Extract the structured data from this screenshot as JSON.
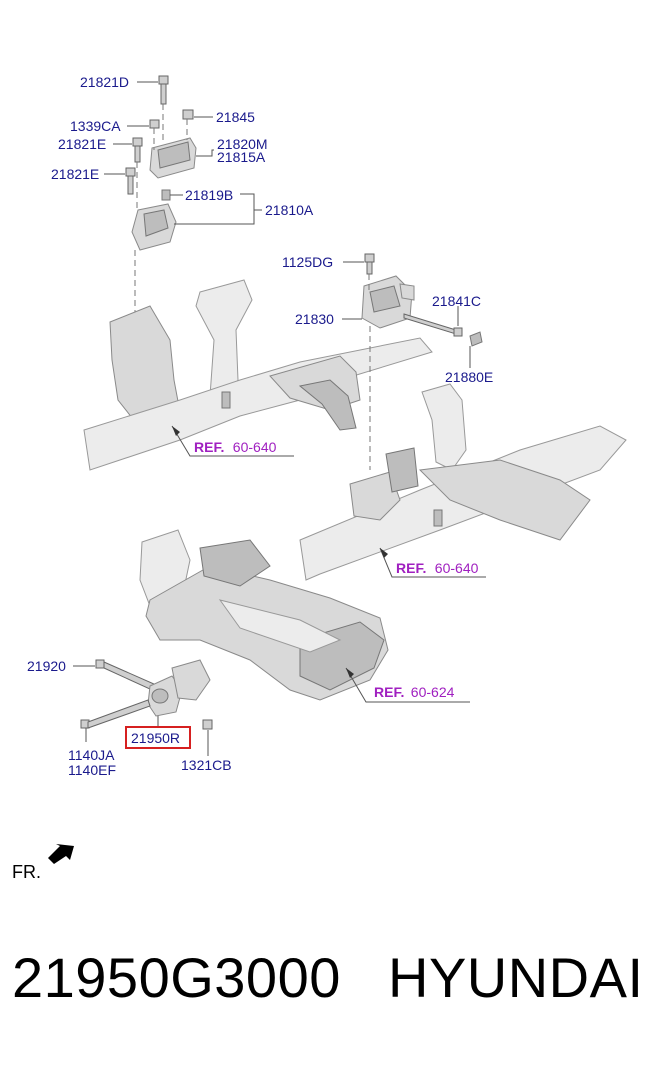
{
  "labels": {
    "p21821D": "21821D",
    "p1339CA": "1339CA",
    "p21845": "21845",
    "p21821E_a": "21821E",
    "p21820M": "21820M",
    "p21815A": "21815A",
    "p21821E_b": "21821E",
    "p21819B": "21819B",
    "p21810A": "21810A",
    "p1125DG": "1125DG",
    "p21841C": "21841C",
    "p21830": "21830",
    "p21880E": "21880E",
    "p21920": "21920",
    "p21950R": "21950R",
    "p1140JA": "1140JA",
    "p1140EF": "1140EF",
    "p1321CB": "1321CB"
  },
  "refs": {
    "ref1": {
      "prefix": "REF.",
      "code": "60-640"
    },
    "ref2": {
      "prefix": "REF.",
      "code": "60-640"
    },
    "ref3": {
      "prefix": "REF.",
      "code": "60-624"
    }
  },
  "direction": {
    "label": "FR."
  },
  "caption": {
    "part_number": "21950G3000",
    "brand": "HYUNDAI"
  },
  "colors": {
    "callout_text": "#1a1a8c",
    "ref_text": "#a020c0",
    "highlight": "#d62020"
  }
}
